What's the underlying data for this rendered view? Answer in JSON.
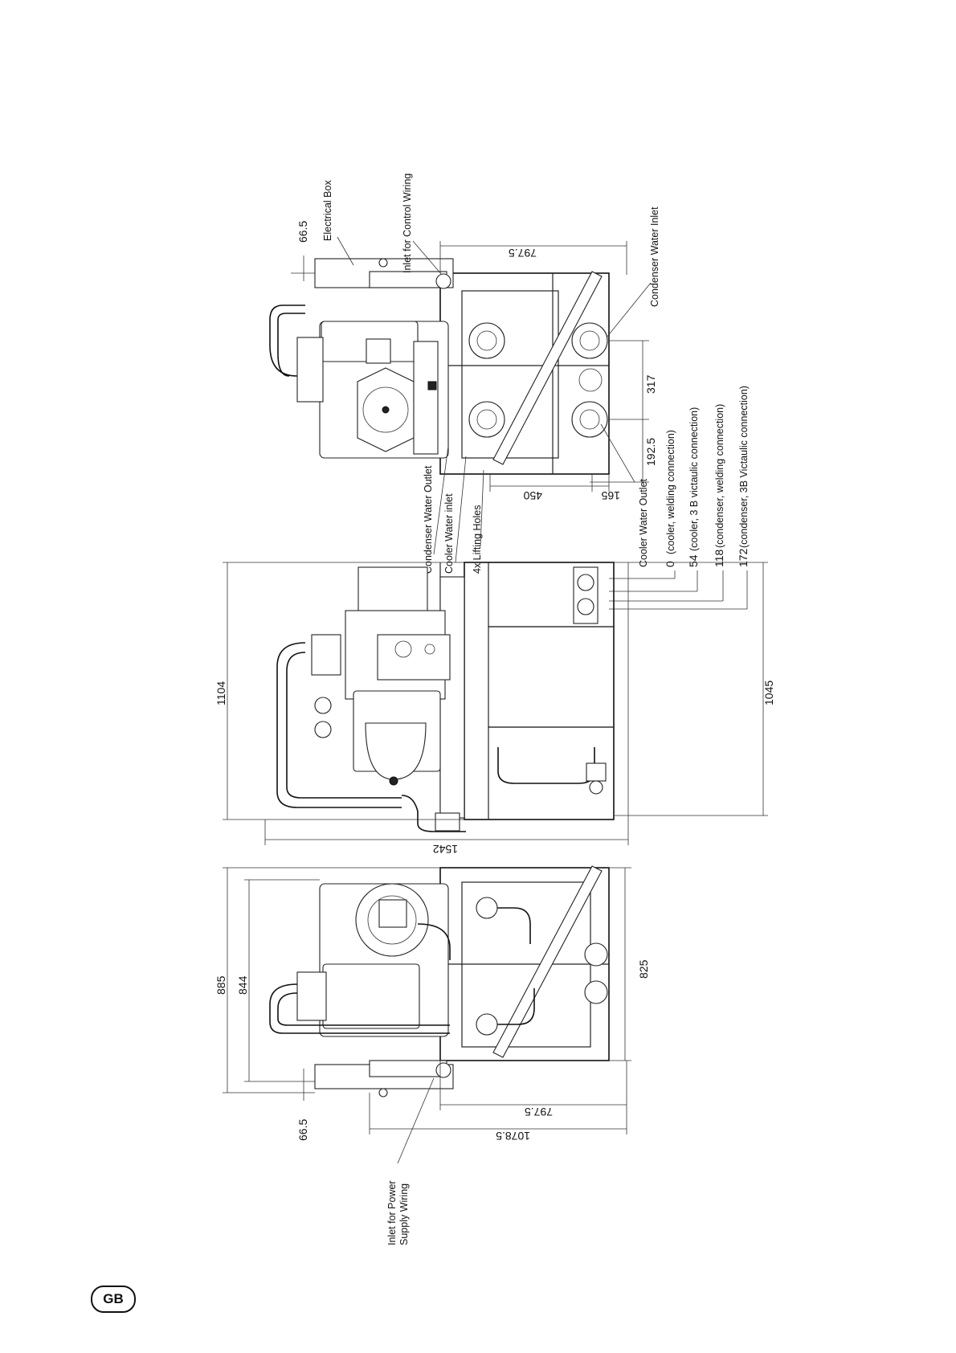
{
  "dimensions": {
    "top_view": {
      "d1": "66.5",
      "d2": "797.5",
      "d3": "317",
      "d4": "192.5",
      "d5": "450",
      "d6": "165"
    },
    "middle_view": {
      "height": "1104",
      "length": "1542",
      "d1045": "1045"
    },
    "bottom_view": {
      "d885": "885",
      "d844": "844",
      "d825": "825",
      "d665": "66.5",
      "d797": "797.5",
      "d1078": "1078.5"
    }
  },
  "labels": {
    "electrical_box": "Electrical Box",
    "inlet_control_wiring": "Inlet for Control Wiring",
    "condenser_water_inlet": "Condenser Water Inlet",
    "condenser_water_outlet": "Condenser Water Outlet",
    "cooler_water_inlet": "Cooler Water inlet",
    "lifting_holes": "4x Lifting Holes",
    "cooler_water_outlet": "Cooler Water Outlet",
    "inlet_power_line1": "Inlet for Power",
    "inlet_power_line2": "Supply Wiring"
  },
  "connection_table": [
    {
      "value": "0",
      "desc": "(cooler, welding connection)"
    },
    {
      "value": "54",
      "desc": "(cooler, 3 B victaulic connection)"
    },
    {
      "value": "118",
      "desc": "(condenser, welding connection)"
    },
    {
      "value": "172",
      "desc": "(condenser, 3B Victaulic connection)"
    }
  ],
  "language_badge": "GB"
}
